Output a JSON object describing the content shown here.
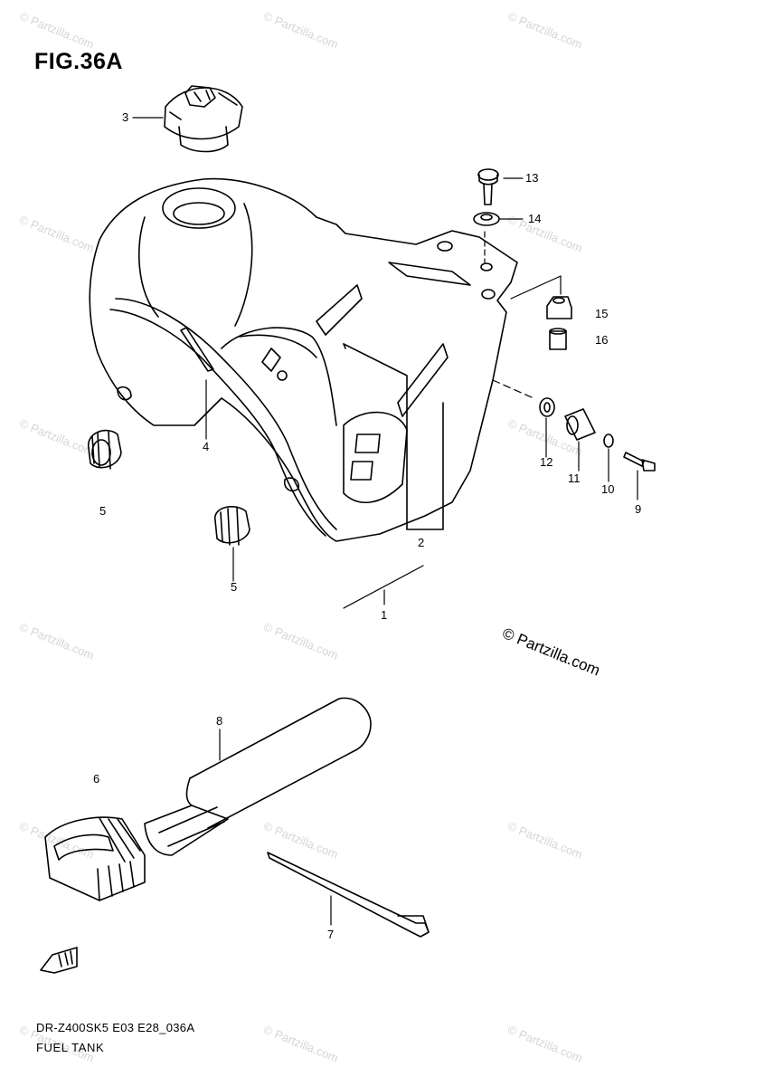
{
  "title": "FIG.36A",
  "diagram_code": "DR-Z400SK5 E03 E28_036A",
  "diagram_name": "FUEL TANK",
  "copyright_text": "© Partzilla.com",
  "watermark_text": "© Partzilla.com",
  "callouts": {
    "c1": "1",
    "c2": "2",
    "c3": "3",
    "c4": "4",
    "c5a": "5",
    "c5b": "5",
    "c6": "6",
    "c7": "7",
    "c8": "8",
    "c9": "9",
    "c10": "10",
    "c11": "11",
    "c12": "12",
    "c13": "13",
    "c14": "14",
    "c15": "15",
    "c16": "16"
  },
  "icons": {
    "front_arrow": "front-direction-arrow-icon"
  },
  "colors": {
    "line": "#000000",
    "watermark": "#d6d6d6",
    "background": "#ffffff"
  }
}
